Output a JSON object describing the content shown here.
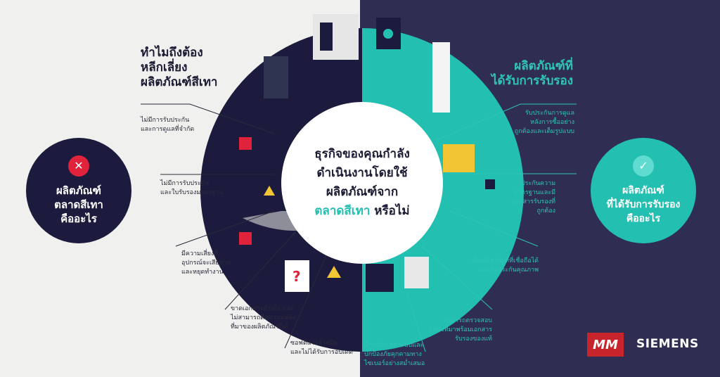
{
  "left": {
    "heading": [
      "ทำไมถึงต้อง",
      "หลีกเลี่ยง",
      "ผลิตภัณฑ์สีเทา"
    ],
    "badge": {
      "icon": "close-icon",
      "lines": [
        "ผลิตภัณฑ์",
        "ตลาดสีเทา",
        "คืออะไร"
      ]
    },
    "points": [
      [
        "ไม่มีการรับประกัน",
        "และการดูแลที่จำกัด"
      ],
      [
        "ไม่มีการรับประกัน",
        "และใบรับรองมาตรฐาน"
      ],
      [
        "มีความเสี่ยงที่",
        "อุปกรณ์จะเสียหาย",
        "และหยุดทำงาน"
      ],
      [
        "ขาดเอกสารอ้างอิง และ",
        "ไม่สามารถติดตามแหล่ง",
        "ที่มาของผลิตภัณฑ์ได้"
      ],
      [
        "ซอฟต์แวร์ล้าสมัย",
        "และไม่ได้รับการอัปเดต"
      ]
    ]
  },
  "right": {
    "heading": [
      "ผลิตภัณฑ์ที่",
      "ได้รับการรับรอง"
    ],
    "badge": {
      "icon": "check-icon",
      "lines": [
        "ผลิตภัณฑ์",
        "ที่ได้รับการรับรอง",
        "คืออะไร"
      ]
    },
    "points": [
      [
        "รับประกันการดูแล",
        "หลังการซื้ออย่าง",
        "ถูกต้องและเต็มรูปแบบ"
      ],
      [
        "ประกันความ",
        "มาตรฐานและมี",
        "เอกสารรับรองที่",
        "ถูกต้อง"
      ],
      [
        "เป็นผลิตภัณฑ์ที่เชื่อถือได้",
        "และรับประกันคุณภาพ"
      ],
      [
        "สามารถตรวจสอบ",
        "แหล่งที่มาพร้อมเอกสาร",
        "รับรองของแท้"
      ],
      [
        "มีการอัปเดตระบบและ",
        "ปกป้องภัยคุกคามทาง",
        "ไซเบอร์อย่างสม่ำเสมอ"
      ]
    ]
  },
  "center": {
    "lines": [
      "ธุรกิจของคุณกำลัง",
      "ดำเนินงานโดยใช้",
      "ผลิตภัณฑ์จาก"
    ],
    "highlight": "ตลาดสีเทา",
    "suffix": " หรือไม่"
  },
  "logos": {
    "mm": "MM",
    "siemens": "SIEMENS"
  },
  "colors": {
    "navy": "#1c1b3d",
    "right_bg": "#2f2e52",
    "teal": "#23c0b1",
    "red": "#e0223a",
    "light": "#f0f0ee"
  }
}
